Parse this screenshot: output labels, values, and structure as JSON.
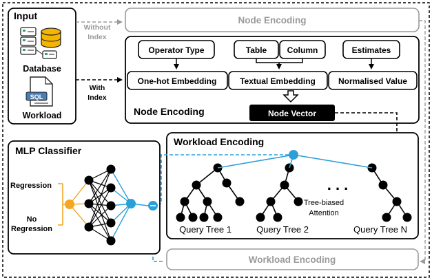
{
  "input": {
    "title": "Input",
    "database_label": "Database",
    "workload_label": "Workload",
    "sql_tag": "SQL"
  },
  "arrows": {
    "without_index_line1": "Without",
    "without_index_line2": "Index",
    "with_index_line1": "With",
    "with_index_line2": "Index"
  },
  "node_encoding_top": "Node Encoding",
  "node_encoding": {
    "title": "Node Encoding",
    "inputs": [
      "Operator Type",
      "Table",
      "Column",
      "Estimates"
    ],
    "embeddings": [
      "One-hot Embedding",
      "Textual Embedding",
      "Normalised Value"
    ],
    "node_vector": "Node Vector"
  },
  "workload_encoding": {
    "title": "Workload Encoding",
    "trees": [
      "Query Tree 1",
      "Query Tree 2",
      "Query Tree N"
    ],
    "ellipsis": ". . .",
    "attention_line1": "Tree-biased",
    "attention_line2": "Attention"
  },
  "workload_encoding_bottom": "Workload Encoding",
  "mlp": {
    "title": "MLP Classifier",
    "regression": "Regression",
    "no_regression_line1": "No",
    "no_regression_line2": "Regression"
  },
  "colors": {
    "blue": "#2a9fd8",
    "orange": "#f5a623",
    "gray": "#9a9a9a",
    "black": "#000000"
  }
}
